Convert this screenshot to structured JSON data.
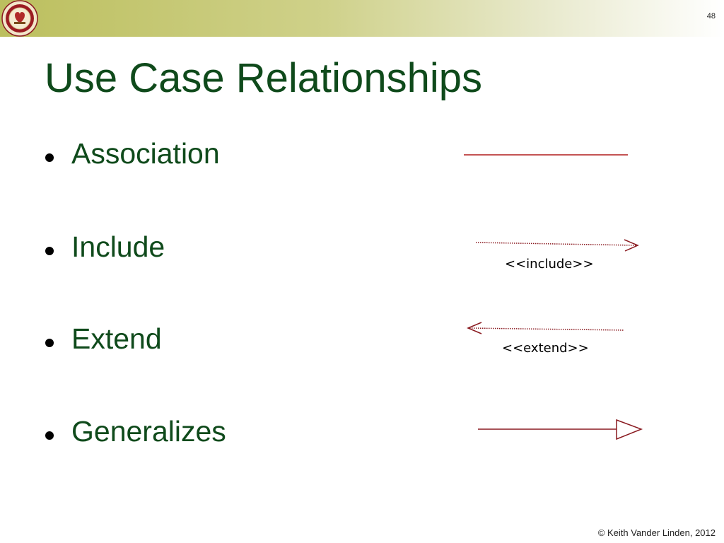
{
  "slide": {
    "page_number": "48",
    "title": "Use Case Relationships",
    "footer": "© Keith Vander Linden, 2012"
  },
  "bullets": [
    {
      "label": "Association"
    },
    {
      "label": "Include"
    },
    {
      "label": "Extend"
    },
    {
      "label": "Generalizes"
    }
  ],
  "relationships": {
    "include_label": "<<include>>",
    "extend_label": "<<extend>>"
  },
  "colors": {
    "title_green": "#0f4a1b",
    "arrow_red": "#b01c1c",
    "arrow_dark_red": "#8a1a20",
    "band_olive": "#bcbf5e"
  }
}
